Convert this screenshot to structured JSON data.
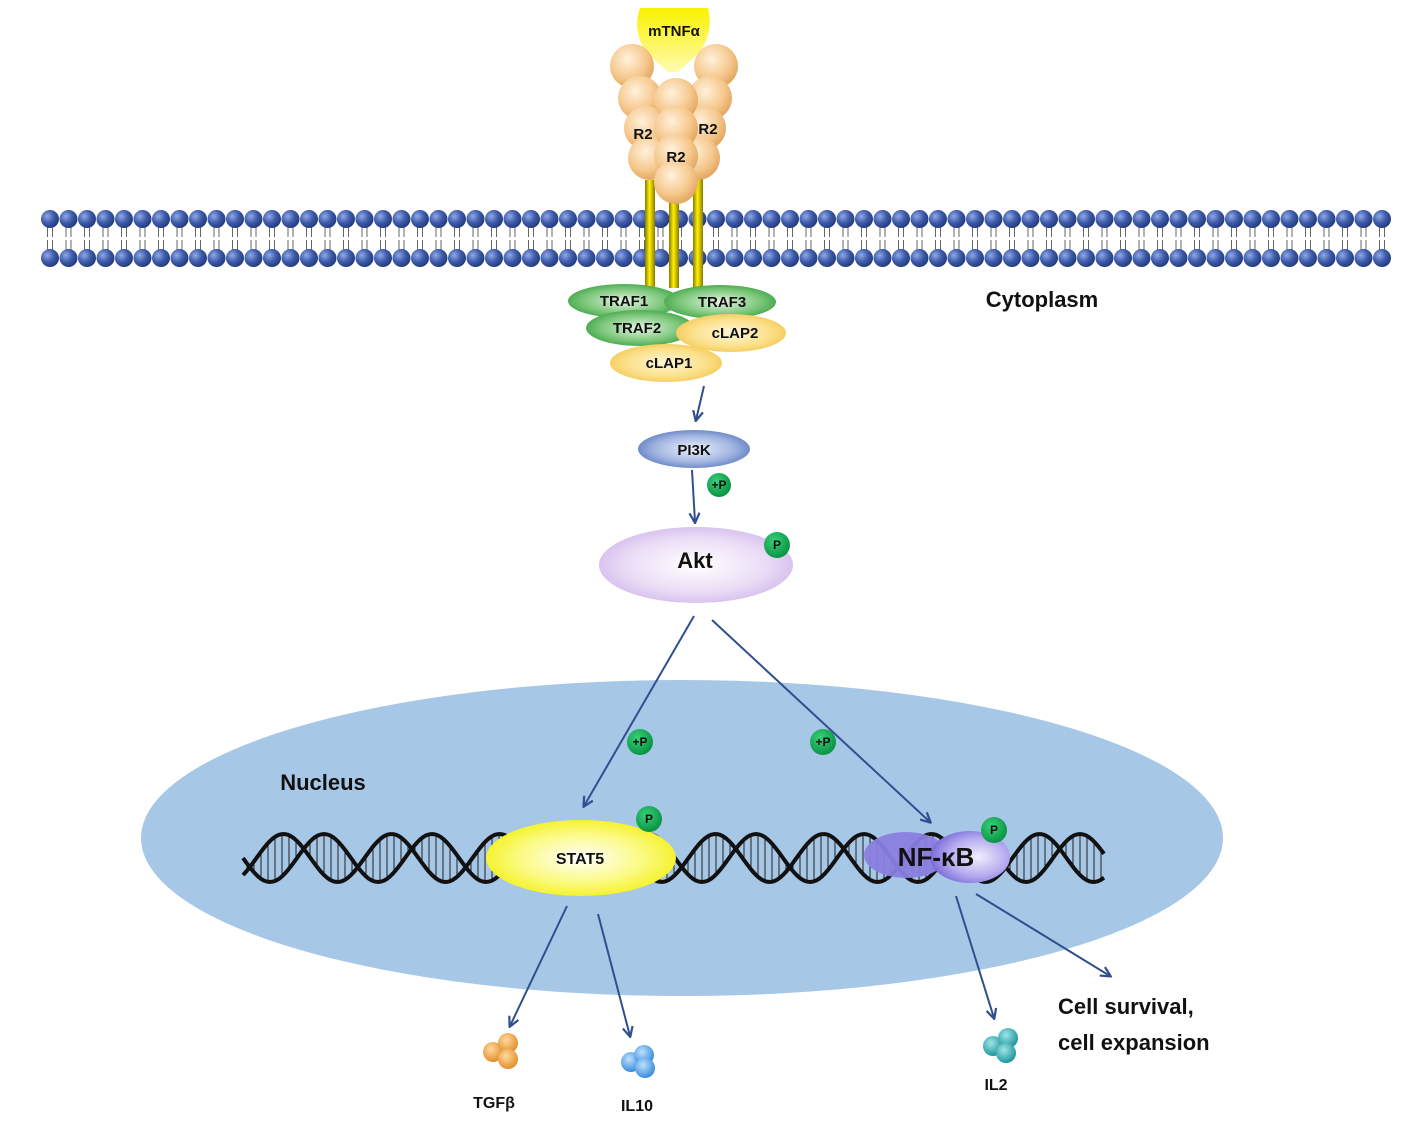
{
  "labels": {
    "ligand": "mTNFα",
    "receptor_left": "R2",
    "receptor_center": "R2",
    "receptor_right": "R2",
    "cytoplasm": "Cytoplasm",
    "traf1": "TRAF1",
    "traf2": "TRAF2",
    "traf3": "TRAF3",
    "clap1": "cLAP1",
    "clap2": "cLAP2",
    "pi3k": "PI3K",
    "akt": "Akt",
    "nucleus": "Nucleus",
    "stat5": "STAT5",
    "nfkb": "NF-κB",
    "tgfb": "TGFβ",
    "il10": "IL10",
    "il2": "IL2",
    "outcome_line1": "Cell survival,",
    "outcome_line2": "cell expansion"
  },
  "phospho": {
    "add": "+P",
    "bound": "P"
  },
  "colors": {
    "membrane_head": "#3d5aa8",
    "nucleus": "#a7c7e7",
    "arrow": "#2f4f8f",
    "phospho": "#0aa84f",
    "receptor_bead": "#f5c58a",
    "ligand": "#f8f000",
    "traf": "#4caf50",
    "clap": "#f7d36a",
    "pi3k": "#6f8fcf",
    "akt": "#d8c2ee",
    "stat5": "#f4f40a",
    "nfkb": "#9a8fe0",
    "tgfb": "#f0a640",
    "il10": "#4a9fe8",
    "il2": "#2aa7b0"
  }
}
